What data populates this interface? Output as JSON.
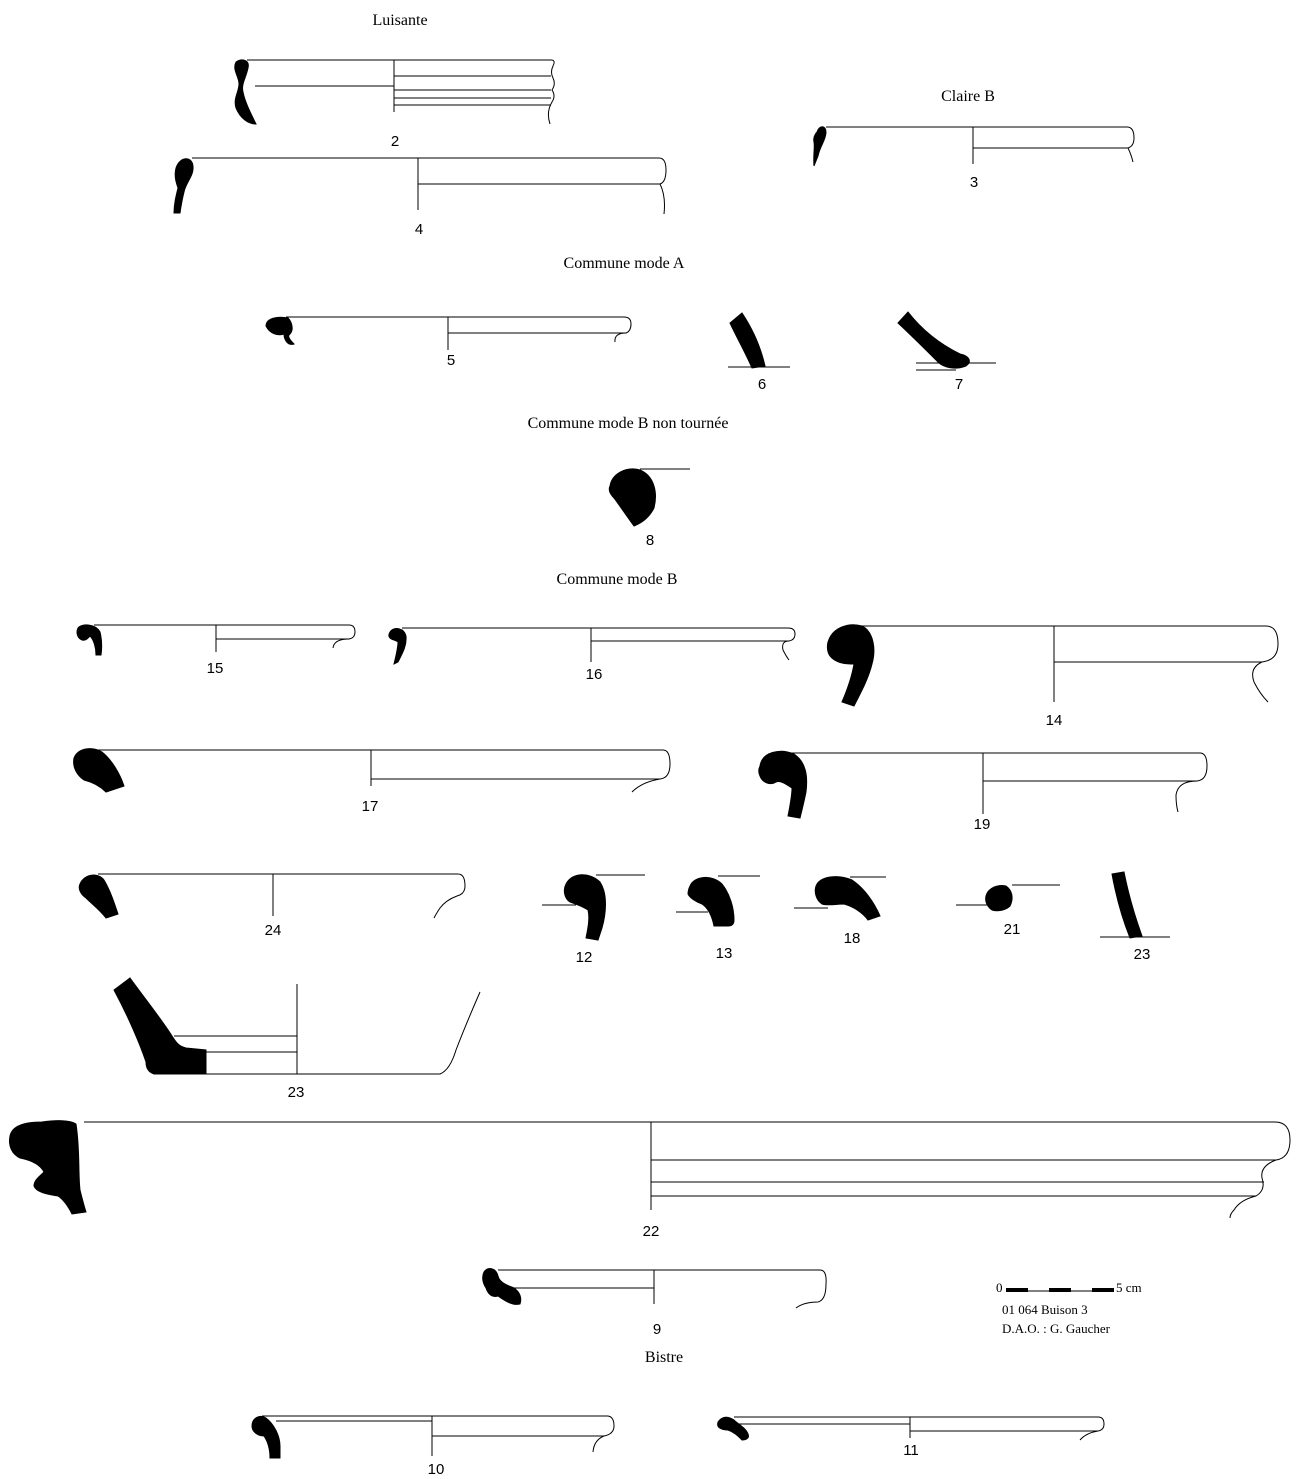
{
  "headings": {
    "luisante": "Luisante",
    "claire_b": "Claire B",
    "commune_a": "Commune mode A",
    "commune_b_nt": "Commune mode B non tournée",
    "commune_b": "Commune mode B",
    "bistre": "Bistre"
  },
  "labels": {
    "n2": "2",
    "n3": "3",
    "n4": "4",
    "n5": "5",
    "n6": "6",
    "n7": "7",
    "n8": "8",
    "n9": "9",
    "n10": "10",
    "n11": "11",
    "n12": "12",
    "n13": "13",
    "n14": "14",
    "n15": "15",
    "n16": "16",
    "n17": "17",
    "n18": "18",
    "n19": "19",
    "n21": "21",
    "n22": "22",
    "n23a": "23",
    "n23b": "23",
    "n24": "24"
  },
  "scale": {
    "start": "0",
    "end": "5 cm"
  },
  "credits": {
    "site": "01 064 Buison 3",
    "author": "D.A.O. : G. Gaucher"
  }
}
